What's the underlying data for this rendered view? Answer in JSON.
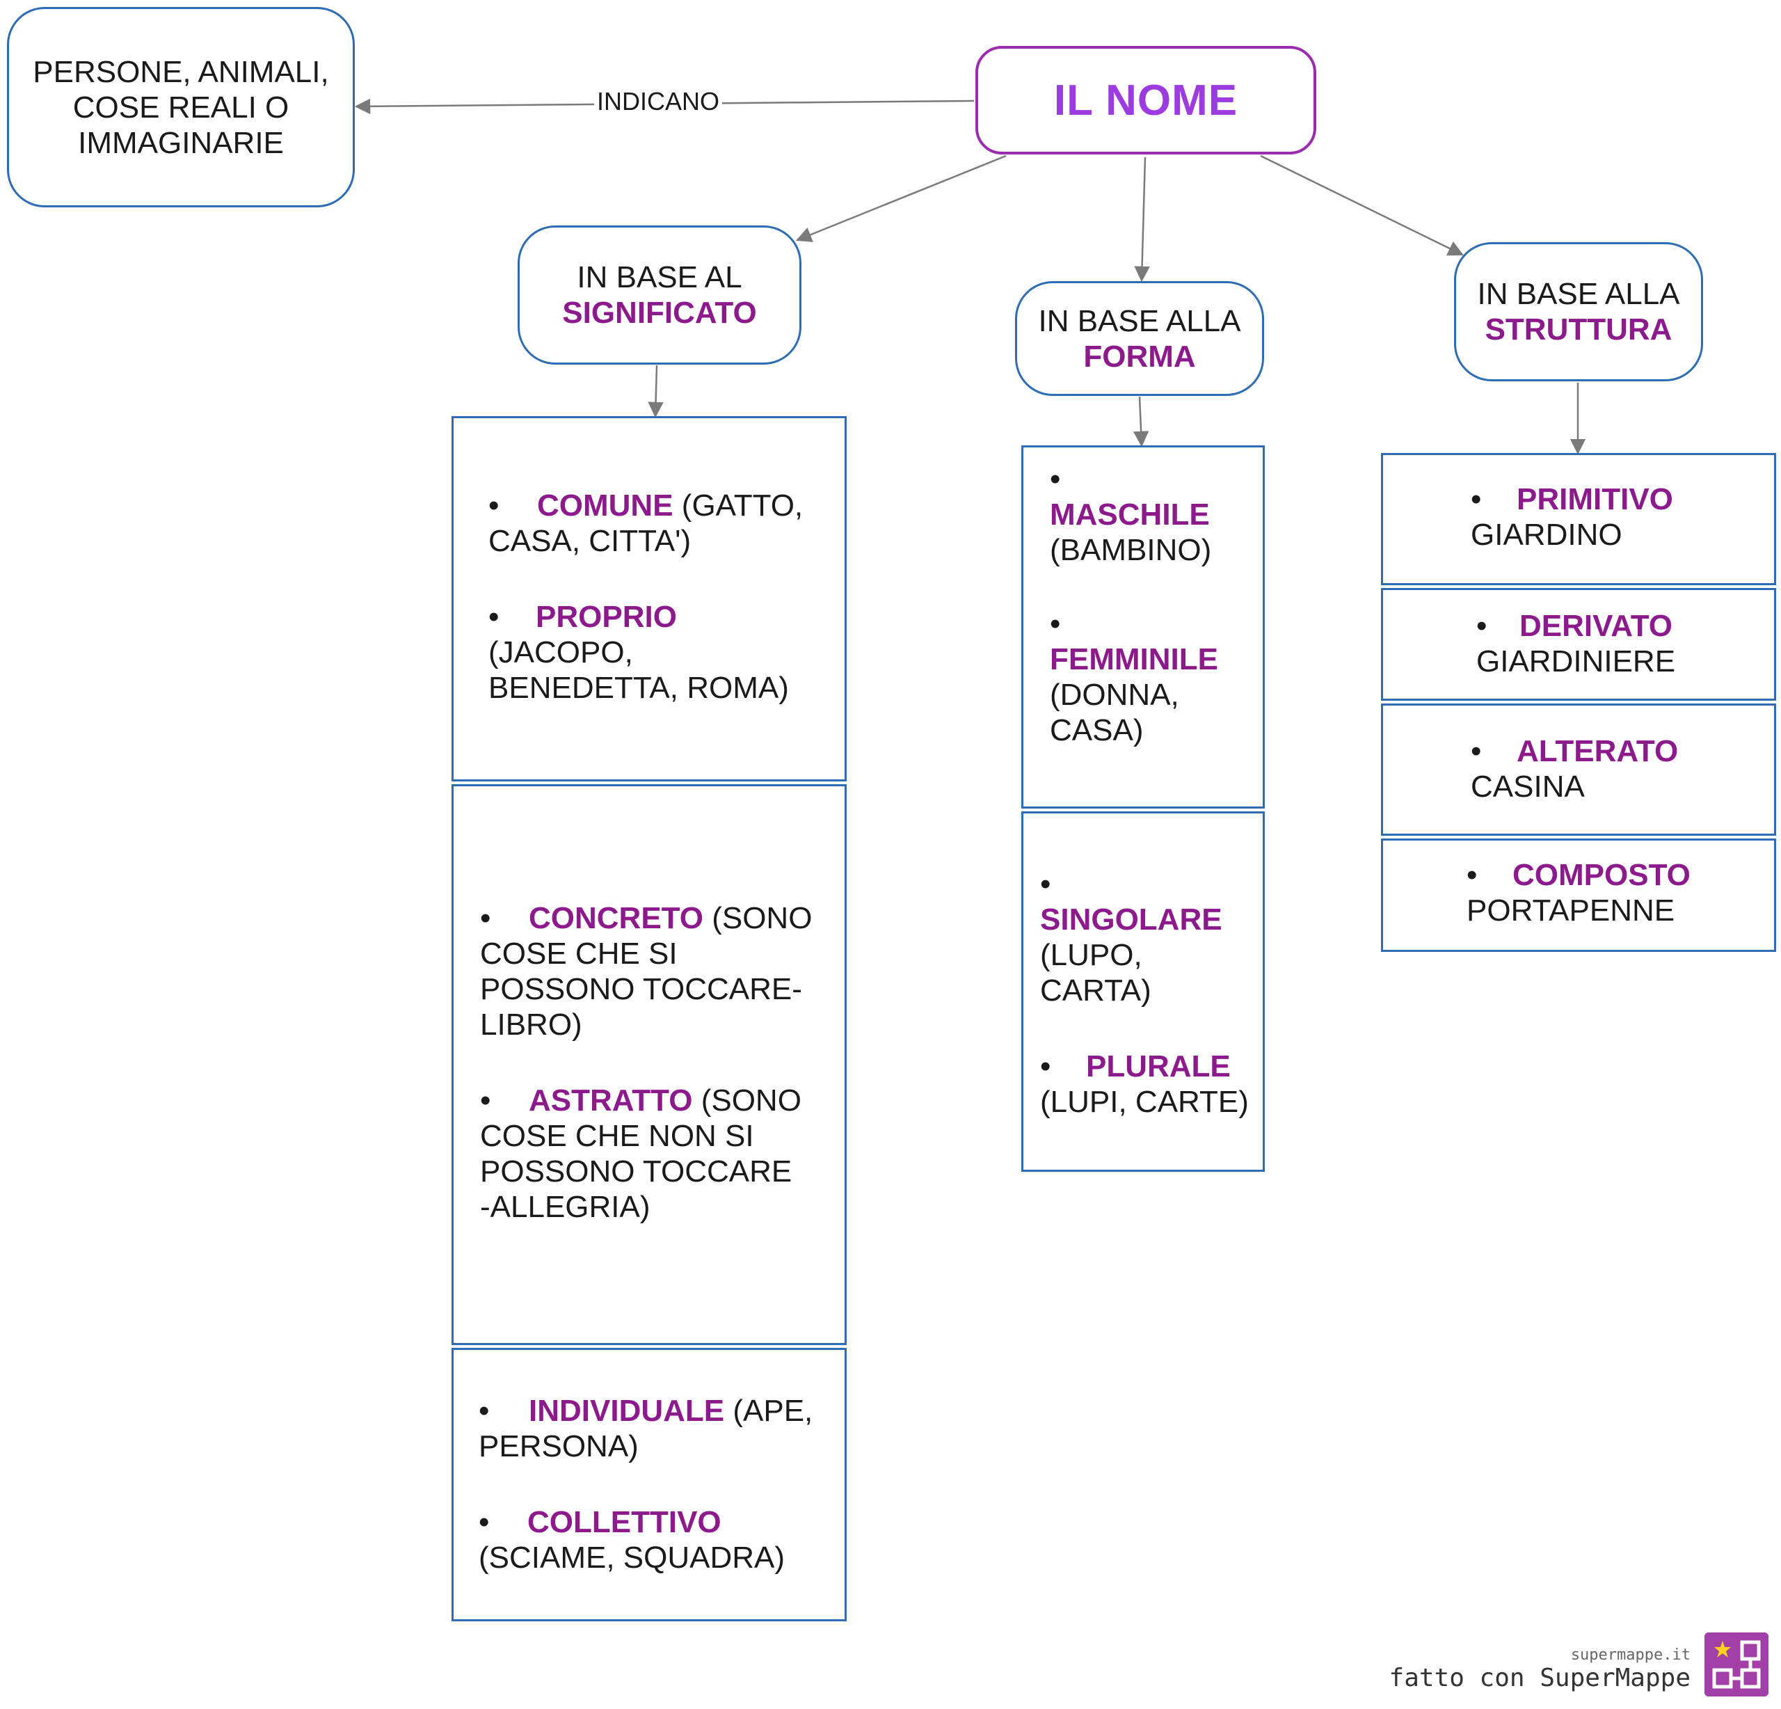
{
  "root": {
    "title": "IL NOME"
  },
  "edge_label": "INDICANO",
  "left_node": {
    "lines": [
      "PERSONE, ANIMALI,",
      "COSE REALI O",
      "IMMAGINARIE"
    ]
  },
  "categories": {
    "significato": {
      "prefix": "IN BASE AL",
      "keyword": "SIGNIFICATO"
    },
    "forma": {
      "prefix": "IN BASE ALLA",
      "keyword": "FORMA"
    },
    "struttura": {
      "prefix": "IN BASE ALLA",
      "keyword": "STRUTTURA"
    }
  },
  "significato_boxes": [
    {
      "items": [
        {
          "keyword": "COMUNE",
          "rest": " (GATTO,\nCASA, CITTA')"
        },
        {
          "keyword": "PROPRIO",
          "rest": "\n(JACOPO,\nBENEDETTA, ROMA)"
        }
      ]
    },
    {
      "items": [
        {
          "keyword": "CONCRETO",
          "rest": " (SONO\nCOSE CHE SI\nPOSSONO TOCCARE-\nLIBRO)"
        },
        {
          "keyword": "ASTRATTO",
          "rest": " (SONO\nCOSE CHE NON SI\nPOSSONO TOCCARE\n-ALLEGRIA)"
        }
      ]
    },
    {
      "items": [
        {
          "keyword": "INDIVIDUALE",
          "rest": " (APE,\nPERSONA)"
        },
        {
          "keyword": "COLLETTIVO",
          "rest": "\n(SCIAME, SQUADRA)"
        }
      ]
    }
  ],
  "forma_boxes": [
    {
      "items": [
        {
          "keyword": "MASCHILE",
          "rest": "\n(BAMBINO)"
        },
        {
          "keyword": "FEMMINILE",
          "rest": "\n(DONNA,\nCASA)"
        }
      ]
    },
    {
      "items": [
        {
          "keyword": "SINGOLARE",
          "rest": "\n(LUPO,\nCARTA)"
        },
        {
          "keyword": "PLURALE",
          "rest": "\n(LUPI, CARTE)"
        }
      ]
    }
  ],
  "struttura_boxes": [
    {
      "keyword": "PRIMITIVO",
      "example": "GIARDINO"
    },
    {
      "keyword": "DERIVATO",
      "example": "GIARDINIERE"
    },
    {
      "keyword": "ALTERATO",
      "example": "CASINA"
    },
    {
      "keyword": "COMPOSTO",
      "example": "PORTAPENNE"
    }
  ],
  "bullet": "•",
  "footer": {
    "site": "supermappe.it",
    "credit": "fatto con SuperMappe"
  },
  "colors": {
    "border": "#2e6db4",
    "root_border": "#9b2cae",
    "keyword": "#8c1a8c",
    "root_title": "#9b3be0",
    "connector": "#7a7a7a"
  }
}
